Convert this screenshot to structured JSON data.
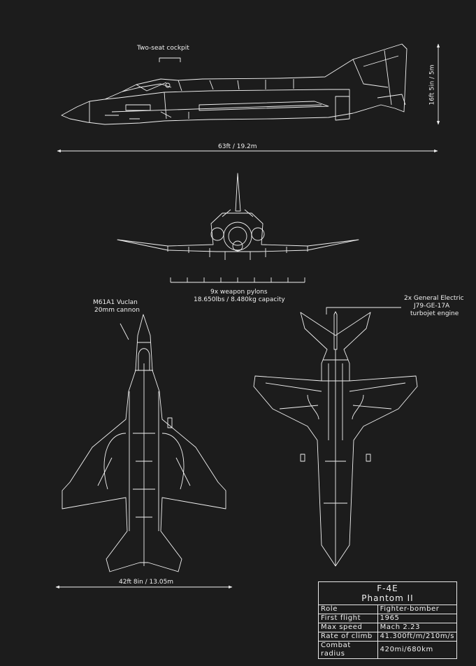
{
  "annotations": {
    "cockpit": "Two-seat cockpit",
    "height": "16ft 5in / 5m",
    "length": "63ft / 19.2m",
    "pylons_line1": "9x weapon pylons",
    "pylons_line2": "18.650lbs / 8.480kg capacity",
    "gun_line1": "M61A1 Vuclan",
    "gun_line2": "20mm cannon",
    "engine_line1": "2x General Electric",
    "engine_line2": "J79-GE-17A",
    "engine_line3": "turbojet engine",
    "wingspan": "42ft 8in / 13.05m"
  },
  "spec": {
    "title": "F-4E",
    "subtitle": "Phantom II",
    "rows": [
      {
        "key": "Role",
        "value": "Fighter-bomber"
      },
      {
        "key": "First flight",
        "value": "1965"
      },
      {
        "key": "Max speed",
        "value": "Mach 2.23"
      },
      {
        "key": "Rate of climb",
        "value": "41.300ft/m/210m/s"
      },
      {
        "key": "Combat radius",
        "value": "420mi/680km"
      }
    ]
  },
  "colors": {
    "background": "#1c1c1c",
    "linework": "#f2f2f2"
  }
}
